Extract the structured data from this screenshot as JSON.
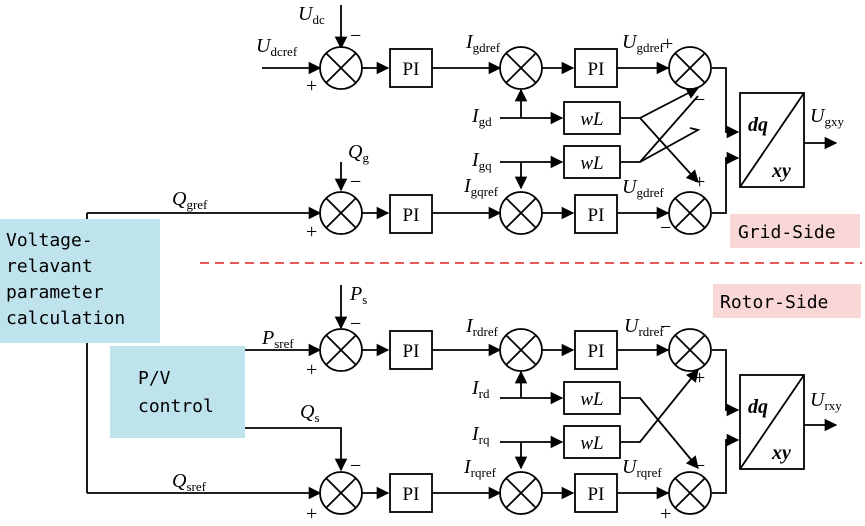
{
  "blocks": {
    "pi": "PI",
    "wl": "wL",
    "dq_top": "dq",
    "dq_bottom": "xy"
  },
  "signs": {
    "plus": "+",
    "minus": "−"
  },
  "regions": {
    "grid_side": "Grid-Side",
    "rotor_side": "Rotor-Side",
    "param_calc": [
      "Voltage-",
      "relavant",
      "parameter",
      "calculation"
    ],
    "pv_control": [
      "P/V",
      "control"
    ]
  },
  "signals": {
    "udc": {
      "main": "U",
      "sub": "dc"
    },
    "udcref": {
      "main": "U",
      "sub": "dcref"
    },
    "igdref": {
      "main": "I",
      "sub": "gdref"
    },
    "ugdref": {
      "main": "U",
      "sub": "gdref"
    },
    "igd": {
      "main": "I",
      "sub": "gd"
    },
    "igq": {
      "main": "I",
      "sub": "gq"
    },
    "ugxy": {
      "main": "U",
      "sub": "gxy"
    },
    "qg": {
      "main": "Q",
      "sub": "g"
    },
    "qgref": {
      "main": "Q",
      "sub": "gref"
    },
    "igqref": {
      "main": "I",
      "sub": "gqref"
    },
    "ugqref": {
      "main": "U",
      "sub": "gdref"
    },
    "ps": {
      "main": "P",
      "sub": "s"
    },
    "psref": {
      "main": "P",
      "sub": "sref"
    },
    "irdref": {
      "main": "I",
      "sub": "rdref"
    },
    "urdref": {
      "main": "U",
      "sub": "rdref"
    },
    "ird": {
      "main": "I",
      "sub": "rd"
    },
    "irq": {
      "main": "I",
      "sub": "rq"
    },
    "urxy": {
      "main": "U",
      "sub": "rxy"
    },
    "qs": {
      "main": "Q",
      "sub": "s"
    },
    "qsref": {
      "main": "Q",
      "sub": "sref"
    },
    "irqref": {
      "main": "I",
      "sub": "rqref"
    },
    "urqref": {
      "main": "U",
      "sub": "rqref"
    }
  }
}
